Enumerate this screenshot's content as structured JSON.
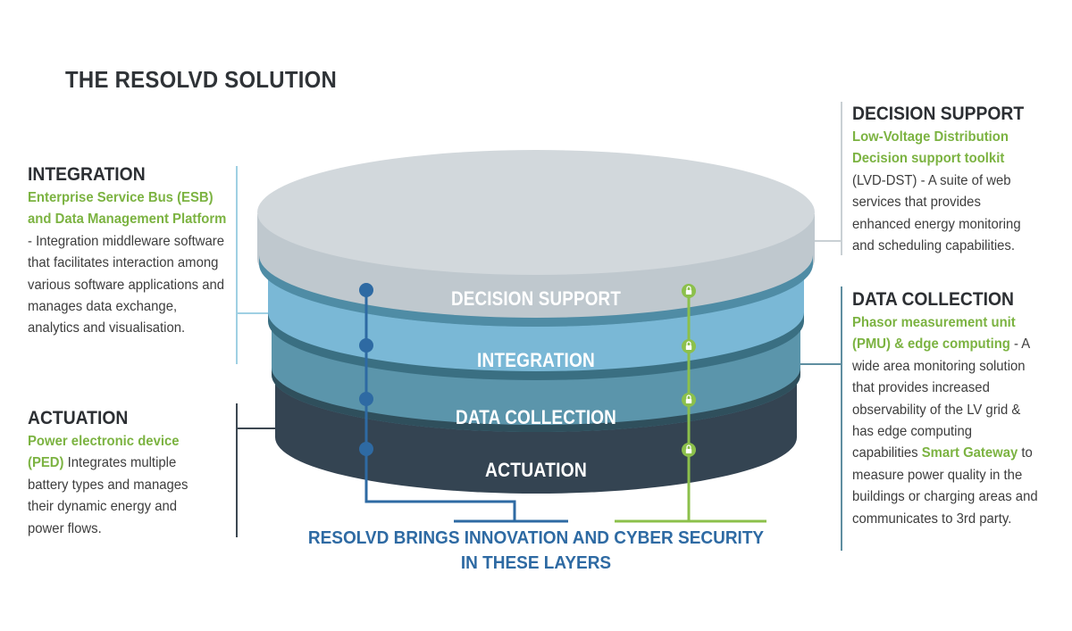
{
  "title": "THE RESOLVD SOLUTION",
  "layers": [
    {
      "label": "DECISION SUPPORT",
      "color": "#d2d8dc"
    },
    {
      "label": "INTEGRATION",
      "color": "#7ab8d6"
    },
    {
      "label": "DATA COLLECTION",
      "color": "#5b95ab"
    },
    {
      "label": "ACTUATION",
      "color": "#344452"
    }
  ],
  "integration": {
    "heading": "INTEGRATION",
    "highlight": "Enterprise Service Bus (ESB) and Data Management Platform",
    "text": " - Integration middleware software that facilitates interaction among various software applications and manages data exchange, analytics and visualisation."
  },
  "actuation": {
    "heading": "ACTUATION",
    "highlight": "Power electronic device (PED)",
    "text": " Integrates multiple battery types and manages their dynamic energy and power flows."
  },
  "decision_support": {
    "heading": "DECISION SUPPORT",
    "highlight": "Low-Voltage Distribution Decision support toolkit",
    "text": " (LVD-DST) - A suite of web services that provides enhanced energy monitoring and scheduling capabilities."
  },
  "data_collection": {
    "heading": "DATA COLLECTION",
    "highlight": "Phasor measurement unit (PMU) & edge computing",
    "text": " - A wide area monitoring solution that provides increased observability of the LV grid & has edge computing capabilities ",
    "highlight2": "Smart Gateway",
    "text2": " to measure power quality in the buildings or charging areas and communicates to 3rd party."
  },
  "caption": {
    "line1": "RESOLVD BRINGS INNOVATION AND CYBER SECURITY",
    "line2": "IN THESE LAYERS"
  },
  "colors": {
    "innovation": "#2e6aa3",
    "security": "#8cc04b",
    "green_text": "#7cb342"
  },
  "icons": {
    "innovation_node": "filled-circle-icon",
    "security_node": "lock-icon"
  }
}
